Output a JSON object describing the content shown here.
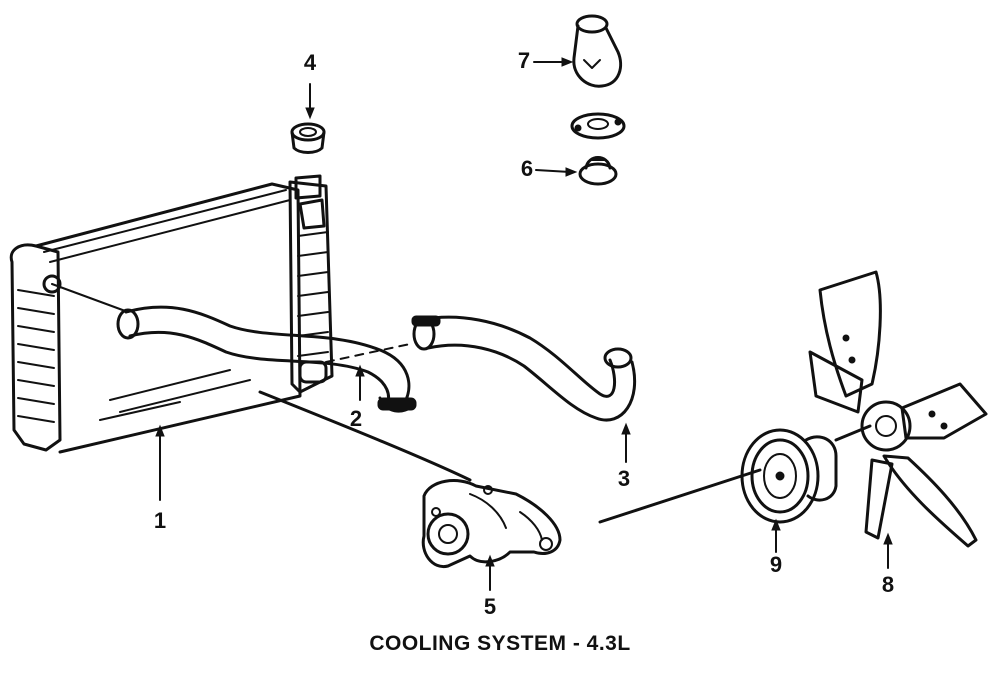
{
  "caption": "COOLING SYSTEM - 4.3L",
  "callouts": [
    {
      "id": "radiator",
      "label": "1"
    },
    {
      "id": "upper-hose",
      "label": "2"
    },
    {
      "id": "lower-hose",
      "label": "3"
    },
    {
      "id": "radiator-cap",
      "label": "4"
    },
    {
      "id": "water-pump",
      "label": "5"
    },
    {
      "id": "thermostat",
      "label": "6"
    },
    {
      "id": "water-outlet",
      "label": "7"
    },
    {
      "id": "fan",
      "label": "8"
    },
    {
      "id": "fan-pulley",
      "label": "9"
    }
  ],
  "colors": {
    "ink": "#111111",
    "paper": "#ffffff"
  }
}
